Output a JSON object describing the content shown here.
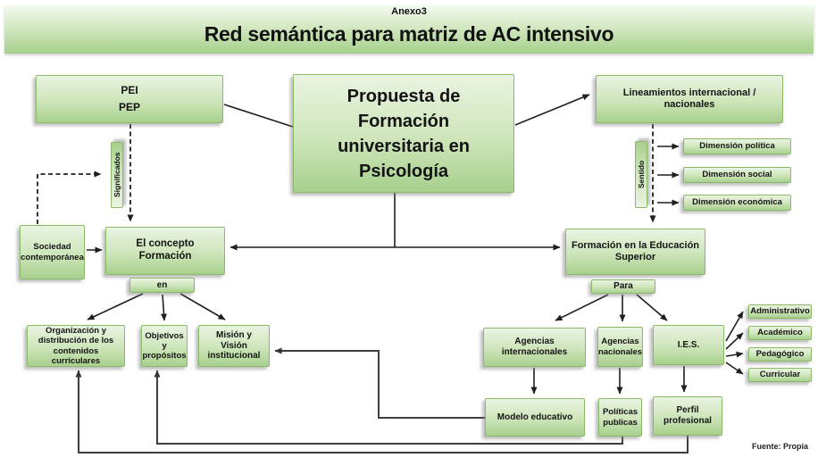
{
  "header": {
    "annex": "Anexo3",
    "title": "Red semántica para matriz de AC intensivo"
  },
  "nodes": {
    "pei_pep": "PEI\nPEP",
    "propuesta": "Propuesta de Formación universitaria en Psicología",
    "lineamientos": "Lineamientos internacional / nacionales",
    "significados": "Significados",
    "sentido": "Sentido",
    "dimension_politica": "Dimensión política",
    "dimension_social": "Dimensión social",
    "dimension_economica": "Dimensión económica",
    "sociedad": "Sociedad contemporánea",
    "concepto_formacion": "El concepto Formación",
    "en": "en",
    "formacion_superior": "Formación en la Educación Superior",
    "para": "Para",
    "organizacion": "Organización y distribución de los contenidos curriculares",
    "objetivos": "Objetivos y propósitos",
    "mision": "Misión y Visión institucional",
    "agencias_internacionales": "Agencias internacionales",
    "agencias_nacionales": "Agencias nacionales",
    "ies": "I.E.S.",
    "administrativo": "Administrativo",
    "academico": "Académico",
    "pedagogico": "Pedagógico",
    "curricular": "Curricular",
    "modelo_educativo": "Modelo educativo",
    "politicas_publicas": "Políticas publicas",
    "perfil_profesional": "Perfil profesional"
  },
  "footer": {
    "source": "Fuente: Propia"
  },
  "colors": {
    "box_fill_top": "#eaf4e2",
    "box_fill_bottom": "#a8d08d",
    "box_border": "#8ab96a",
    "banner_bottom": "#a6d08b",
    "line": "#1f1f1f",
    "feedback_line": "#3d3d3d"
  }
}
